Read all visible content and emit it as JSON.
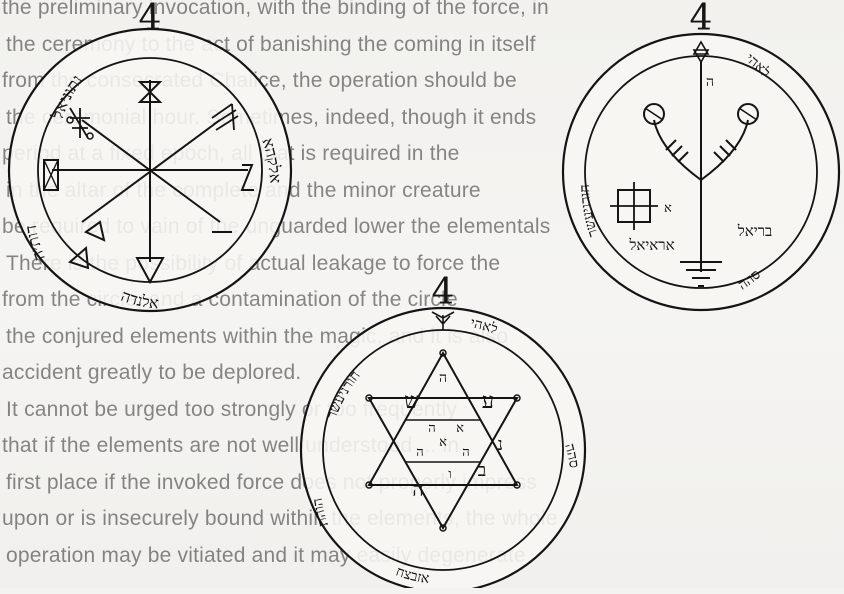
{
  "background_text": [
    "the preliminary invocation, with the binding of the force, in",
    "the ceremony to the act of banishing the coming in itself",
    "from the consecrated Chalice, the operation should be",
    "the ceremonial hour. Sometimes, indeed, though it ends",
    "period at a fixed epoch, all that is required in the",
    "in the altar of the complete and the minor creature",
    "be required to vain of the unguarded lower the elementals",
    "There is the possibility of actual leakage to force the",
    "from the circle, and a contamination of the circle",
    "the conjured elements within the magic, and it is also",
    "accident greatly to be deplored.",
    "It cannot be urged too strongly or too frequently",
    "that if the elements are not well understood ... in",
    "first place if the invoked force does not properly impress",
    "upon or is insecurely bound within the elements, the whole",
    "operation may be vitiated and it may easily degenerate"
  ],
  "pentacles": {
    "left": {
      "number": "4",
      "rim_top": "נתוניאל",
      "rim_left": "דותיה",
      "rim_right": "אלקהא",
      "rim_bottom": "אלנדה"
    },
    "right": {
      "number": "4",
      "rim_left": "חורניעשר",
      "rim_right": "לאהי",
      "rim_bottom": "סהה",
      "center_word_1": "בריאל",
      "center_word_2": "אראיאל",
      "square_letter": "א",
      "stem_letter": "ה"
    },
    "bottom": {
      "number": "4",
      "rim_left": "חורניעשר",
      "rim_right": "לאהי",
      "rim_left_low": "הוהת",
      "rim_right_low": "סהה",
      "rim_bottom": "אזבצח",
      "star_points": [
        "ש",
        "ע",
        "נ",
        "ב",
        "ה",
        "ה"
      ],
      "inner_letters": [
        "ה",
        "א",
        "ה",
        "ה",
        "א",
        "ו"
      ]
    }
  }
}
